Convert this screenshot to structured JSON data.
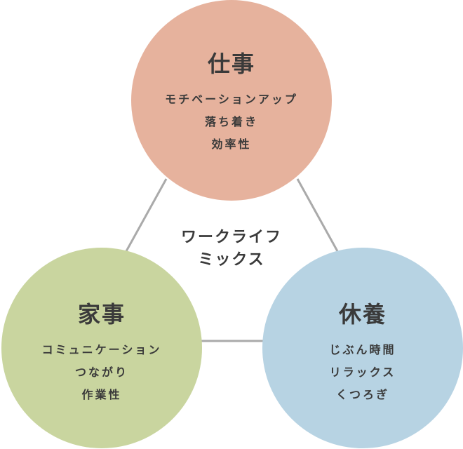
{
  "center": {
    "line1": "ワークライフ",
    "line2": "ミックス"
  },
  "circles": {
    "work": {
      "title": "仕事",
      "items": [
        "モチベーションアップ",
        "落ち着き",
        "効率性"
      ],
      "color": "#e6b29d"
    },
    "house": {
      "title": "家事",
      "items": [
        "コミュニケーション",
        "つながり",
        "作業性"
      ],
      "color": "#c9d59f"
    },
    "rest": {
      "title": "休養",
      "items": [
        "じぶん時間",
        "リラックス",
        "くつろぎ"
      ],
      "color": "#b7d3e3"
    }
  },
  "connector_color": "#aaaaaa"
}
